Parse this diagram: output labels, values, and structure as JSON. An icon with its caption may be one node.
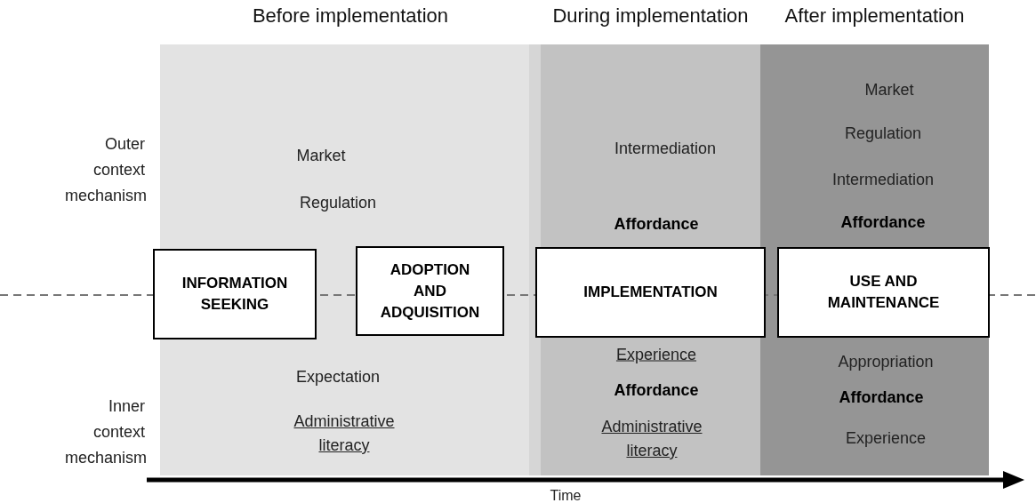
{
  "diagram": {
    "nodes": [
      {
        "text": [
          "Before implementation"
        ]
      },
      {
        "text": [
          "INFORMATION SEEKING"
        ],
        "in": 0
      },
      {
        "text": [
          "ADOPTION AND ADQUISITION"
        ],
        "in": 0
      },
      {
        "text": [
          "During implementation"
        ]
      },
      {
        "text": [
          "IMPLEMENTATION"
        ],
        "in": 3
      },
      {
        "text": [
          "After implementation"
        ]
      },
      {
        "text": [
          "USE AND MAINTENANCE"
        ],
        "in": 5
      }
    ],
    "labels": [
      "Outer context mechanism",
      "Inner context mechanism",
      "Market",
      "Regulation",
      "Expectation",
      "Administrative literacy",
      "Intermediation",
      "Affordance",
      "Experience",
      "Affordance",
      "Administrative literacy",
      "Market",
      "Regulation",
      "Intermediation",
      "Affordance",
      "Appropriation",
      "Affordance",
      "Experience",
      "Time"
    ]
  }
}
